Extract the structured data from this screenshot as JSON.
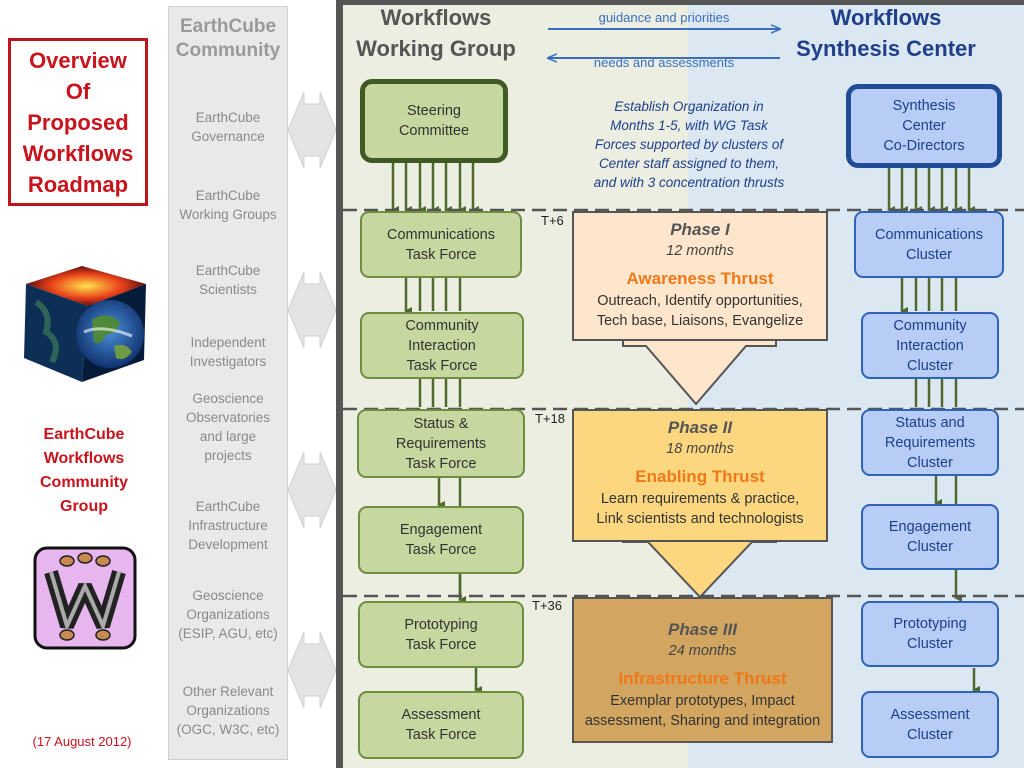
{
  "title": {
    "lines": [
      "Overview",
      "Of",
      "Proposed",
      "Workflows",
      "Roadmap"
    ]
  },
  "group_label": {
    "lines": [
      "EarthCube",
      "Workflows",
      "Community",
      "Group"
    ]
  },
  "date": "(17 August 2012)",
  "community": {
    "heading": [
      "EarthCube",
      "Community"
    ],
    "items": [
      [
        "EarthCube",
        "Governance"
      ],
      [
        "EarthCube",
        "Working Groups"
      ],
      [
        "EarthCube",
        "Scientists"
      ],
      [
        "Independent",
        "Investigators"
      ],
      [
        "Geoscience",
        "Observatories",
        "and large",
        "projects"
      ],
      [
        "EarthCube",
        "Infrastructure",
        "Development"
      ],
      [
        "Geoscience",
        "Organizations",
        "(ESIP, AGU, etc)"
      ],
      [
        "Other Relevant",
        "Organizations",
        "(OGC, W3C, etc)"
      ]
    ]
  },
  "headers": {
    "working_group": [
      "Workflows",
      "Working Group"
    ],
    "synthesis_center": [
      "Workflows",
      "Synthesis Center"
    ],
    "guidance": "guidance and priorities",
    "needs": "needs and assessments"
  },
  "note": [
    "Establish Organization in",
    "Months 1-5, with WG Task",
    "Forces supported by clusters of",
    "Center staff assigned to them,",
    "and with 3 concentration thrusts"
  ],
  "wg_boxes": [
    [
      "Steering",
      "Committee"
    ],
    [
      "Communications",
      "Task Force"
    ],
    [
      "Community",
      "Interaction",
      "Task Force"
    ],
    [
      "Status &",
      "Requirements",
      "Task Force"
    ],
    [
      "Engagement",
      "Task Force"
    ],
    [
      "Prototyping",
      "Task Force"
    ],
    [
      "Assessment",
      "Task Force"
    ]
  ],
  "sc_boxes": [
    [
      "Synthesis",
      "Center",
      "Co-Directors"
    ],
    [
      "Communications",
      "Cluster"
    ],
    [
      "Community",
      "Interaction",
      "Cluster"
    ],
    [
      "Status and",
      "Requirements",
      "Cluster"
    ],
    [
      "Engagement",
      "Cluster"
    ],
    [
      "Prototyping",
      "Cluster"
    ],
    [
      "Assessment",
      "Cluster"
    ]
  ],
  "time_labels": [
    "T+6",
    "T+18",
    "T+36"
  ],
  "phases": [
    {
      "title": "Phase I",
      "duration": "12 months",
      "thrust": "Awareness Thrust",
      "text": [
        "Outreach, Identify opportunities,",
        "Tech base, Liaisons, Evangelize"
      ],
      "color": "#fde6cc"
    },
    {
      "title": "Phase II",
      "duration": "18 months",
      "thrust": "Enabling Thrust",
      "text": [
        "Learn requirements & practice,",
        "Link scientists and technologists"
      ],
      "color": "#fdd77f"
    },
    {
      "title": "Phase III",
      "duration": "24 months",
      "thrust": "Infrastructure Thrust",
      "text": [
        "Exemplar prototypes, Impact",
        "assessment, Sharing and integration"
      ],
      "color": "#d2a561"
    }
  ],
  "colors": {
    "title_red": "#c8141c",
    "green_border": "#6f8d41",
    "blue_border": "#2f63b8",
    "thrust_orange": "#f07818"
  },
  "icons": [
    "earth-cube-icon",
    "workflows-w-logo"
  ]
}
